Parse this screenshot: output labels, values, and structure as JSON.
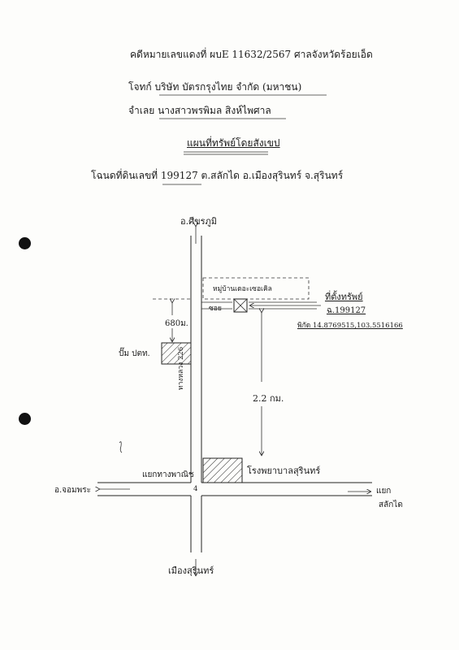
{
  "header": {
    "case_line": "คดีหมายเลขแดงที่ ผบE 11632/2567  ศาลจังหวัดร้อยเอ็ด",
    "plaintiff_line": "โจทก์  บริษัท บัตรกรุงไทย จำกัด (มหาชน)",
    "defendant_line": "จำเลย  นางสาวพรพิมล  สิงห์ไพศาล",
    "title": "แผนที่ทรัพย์โดยสังเขป",
    "deed_line": "โฉนดที่ดินเลขที่  199127  ต.สลักได  อ.เมืองสุรินทร์  จ.สุรินทร์"
  },
  "map": {
    "north_label": "อ.ศีขรภูมิ",
    "south_label": "เมืองสุรินทร์",
    "west_label": "อ.จอมพระ",
    "east_label_1": "แยก",
    "east_label_2": "สลักได",
    "junction_label": "แยกทางพาณิช",
    "highway_label": "ทางหลวง 226",
    "village_label": "หมู่บ้านเดอะเซอเคิล",
    "soi_label": "ซอย",
    "property_label": "ที่ตั้งทรัพย์",
    "deed_label": "ฉ.199127",
    "coords_label": "พิกัด 14.8769515,103.5516166",
    "distance_1": "680ม.",
    "distance_2": "2.2 กม.",
    "gas_station_label": "ปั๊ม ปตท.",
    "hospital_label": "โรงพยาบาลสุรินทร์",
    "intersection_mark": "4"
  }
}
